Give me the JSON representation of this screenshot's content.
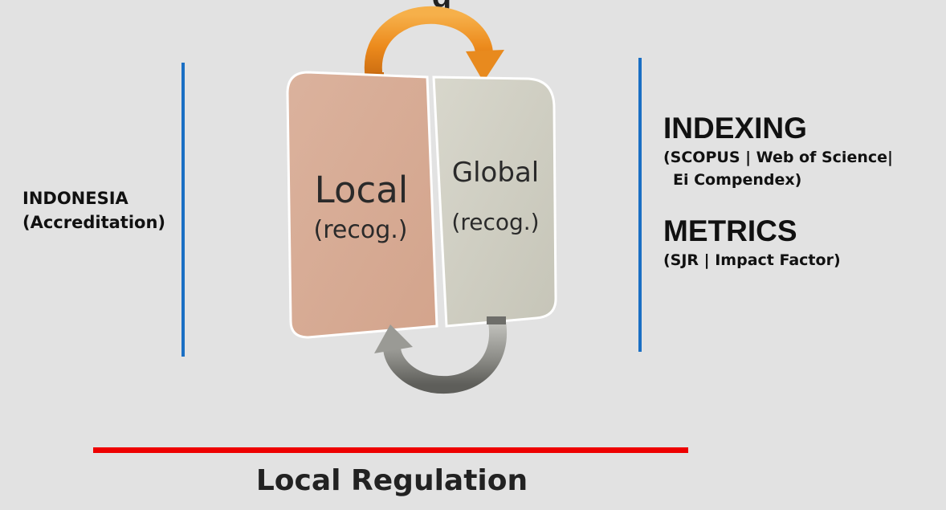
{
  "top_clipped_text": "g",
  "left": {
    "line1": "INDONESIA",
    "line2": "(Accreditation)"
  },
  "panels": {
    "local": {
      "title": "Local",
      "sub": "(recog.)",
      "color": "#d7aa93"
    },
    "global": {
      "title": "Global",
      "sub": "(recog.)",
      "color": "#d0cfc3"
    }
  },
  "right": {
    "indexing_title": "INDEXING",
    "indexing_line1": "(SCOPUS | Web of Science|",
    "indexing_line2": "Ei Compendex)",
    "metrics_title": "METRICS",
    "metrics_line1": "(SJR | Impact Factor)"
  },
  "bottom": {
    "title": "Local Regulation"
  },
  "colors": {
    "background": "#e2e2e2",
    "divider_blue": "#1a6fc4",
    "divider_red": "#ee0000",
    "arrow_orange": "#f0982a",
    "arrow_gray": "#8a8a86"
  }
}
